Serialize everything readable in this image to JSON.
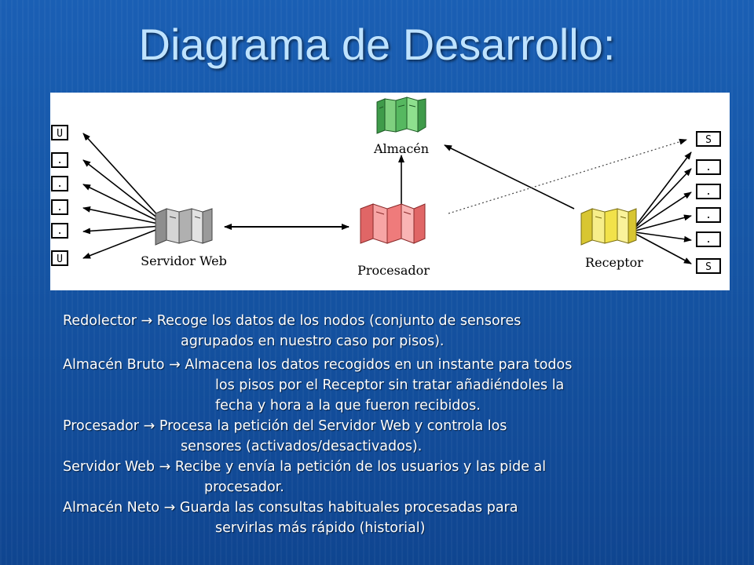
{
  "title": "Diagrama de Desarrollo:",
  "diagram": {
    "nodes": {
      "almacen": "Almacén",
      "servidor": "Servidor Web",
      "procesador": "Procesador",
      "receptor": "Receptor"
    },
    "user_boxes": [
      "U",
      ".",
      ".",
      ".",
      ".",
      "U"
    ],
    "sensor_boxes": [
      "S",
      ".",
      ".",
      ".",
      ".",
      "S"
    ],
    "colors": {
      "almacen": "#4caf50",
      "servidor": "#9e9e9e",
      "procesador": "#ef7b7b",
      "receptor": "#f2e24a"
    }
  },
  "descriptions": [
    {
      "term": "Redolector",
      "arrow": "→",
      "first": "Recoge los datos de los nodos (conjunto de sensores",
      "cont": [
        "agrupados en nuestro caso por pisos)."
      ]
    },
    {
      "term": "Almacén Bruto",
      "arrow": "→",
      "first": "Almacena los datos recogidos en un instante para todos",
      "cont": [
        "los pisos por el Receptor sin tratar añadiéndoles la",
        "fecha y hora a la que fueron recibidos."
      ]
    },
    {
      "term": "Procesador",
      "arrow": "→",
      "first": "Procesa la petición del Servidor Web y controla los",
      "cont": [
        "sensores (activados/desactivados)."
      ]
    },
    {
      "term": "Servidor Web",
      "arrow": "→",
      "first": "Recibe y envía la petición de los usuarios y las pide al",
      "cont": [
        "procesador."
      ]
    },
    {
      "term": "Almacén Neto",
      "arrow": "→",
      "first": "Guarda las consultas habituales procesadas para",
      "cont": [
        "servirlas más rápido (historial)"
      ]
    }
  ]
}
